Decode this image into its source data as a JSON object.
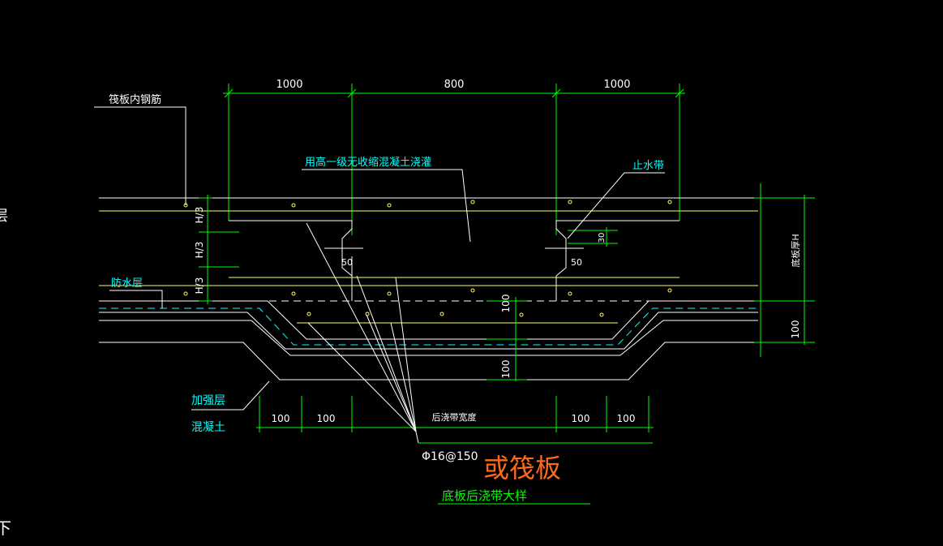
{
  "colors": {
    "background": "#000000",
    "white": "#ffffff",
    "green": "#00ff00",
    "yellow": "#ffff66",
    "cyan": "#00ffff",
    "orange": "#ff6a1a"
  },
  "dimensions": {
    "top": [
      "1000",
      "800",
      "1000"
    ],
    "bottom": [
      "100",
      "100",
      "后浇带宽度",
      "100",
      "100"
    ],
    "vertical_left": [
      "H/3",
      "H/3",
      "H/3"
    ],
    "vertical_center": [
      "100",
      "100"
    ],
    "right_thickness": "底板厚H",
    "right_small": "100",
    "notch_30": "30",
    "notch_50_left": "50",
    "notch_50_right": "50"
  },
  "labels": {
    "raft_rebar": "筏板内钢筋",
    "high_grade_concrete": "用高一级无收缩混凝土浇灌",
    "waterstop": "止水带",
    "waterproof_layer": "防水层",
    "reinforced_layer_1": "加强层",
    "reinforced_layer_2": "混凝土",
    "rebar_spec": "Φ16@150",
    "or_raft": "或筏板",
    "title": "底板后浇带大样"
  },
  "edge_glyphs": {
    "left_top": "层",
    "left_bottom": "下"
  }
}
